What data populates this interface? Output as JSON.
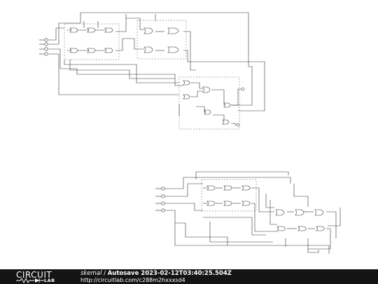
{
  "footer": {
    "brand_top": "CIRCUIT",
    "brand_bottom": "LAB",
    "user": "skemal",
    "separator": " / ",
    "title": "Autosave 2023-02-12T03:40:25.504Z",
    "url": "http://circuitlab.com/c288m2hxxxsd4"
  },
  "colors": {
    "footer_bg": "#141414",
    "wire": "#333333",
    "background": "#ffffff"
  }
}
